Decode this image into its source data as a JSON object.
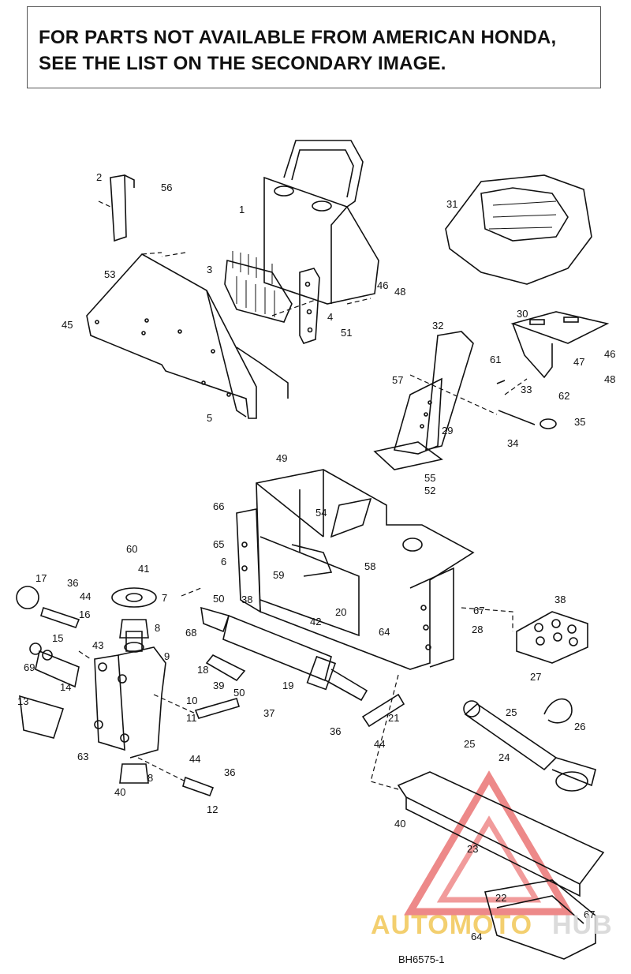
{
  "notice": {
    "line1": "FOR PARTS NOT AVAILABLE FROM AMERICAN HONDA,",
    "line2": "SEE THE LIST ON THE SECONDARY IMAGE."
  },
  "callouts": [
    "1",
    "2",
    "3",
    "4",
    "5",
    "6",
    "7",
    "8",
    "8",
    "9",
    "10",
    "11",
    "12",
    "13",
    "14",
    "15",
    "16",
    "17",
    "18",
    "19",
    "20",
    "21",
    "22",
    "23",
    "24",
    "25",
    "25",
    "26",
    "27",
    "28",
    "29",
    "30",
    "31",
    "32",
    "33",
    "34",
    "35",
    "36",
    "36",
    "36",
    "37",
    "38",
    "38",
    "39",
    "40",
    "40",
    "41",
    "42",
    "43",
    "44",
    "44",
    "44",
    "45",
    "46",
    "46",
    "47",
    "48",
    "48",
    "49",
    "50",
    "50",
    "51",
    "52",
    "53",
    "54",
    "55",
    "56",
    "57",
    "58",
    "59",
    "60",
    "61",
    "62",
    "63",
    "64",
    "64",
    "65",
    "66",
    "67",
    "67",
    "68",
    "69"
  ],
  "drawing_ref": "BH6575-1",
  "watermark": {
    "part1": "AUTOMOTO",
    "part2": "HUB",
    "color_primary": "#f0c040",
    "color_secondary": "#e8e8e8",
    "triangle_color": "#e23a3a"
  }
}
